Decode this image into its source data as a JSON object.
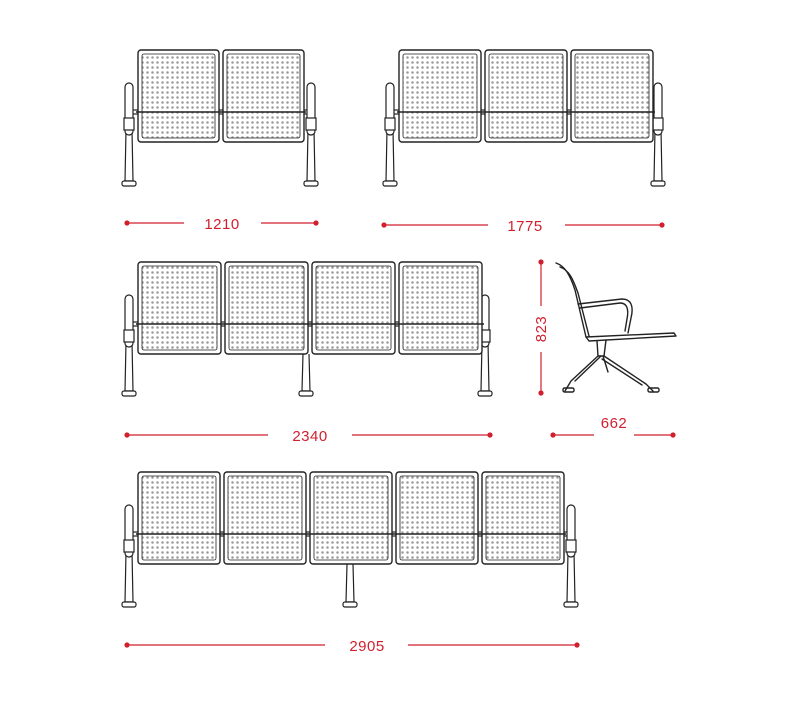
{
  "diagram": {
    "accent_color": "#d11f2e",
    "line_color": "#222222",
    "benches": [
      {
        "seats": 2,
        "width_label": "1210"
      },
      {
        "seats": 3,
        "width_label": "1775"
      },
      {
        "seats": 4,
        "width_label": "2340"
      },
      {
        "seats": 5,
        "width_label": "2905"
      }
    ],
    "side_view": {
      "height_label": "823",
      "depth_label": "662"
    }
  }
}
